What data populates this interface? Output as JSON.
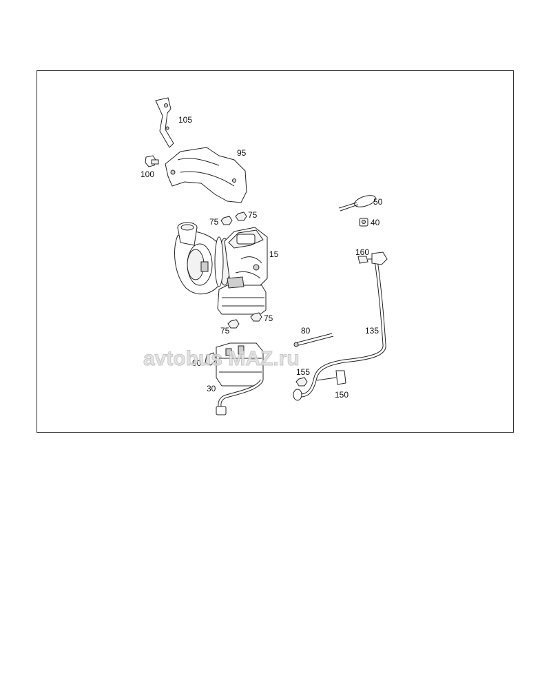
{
  "watermark": {
    "text": "avtobus MAZ.ru"
  },
  "labels": {
    "p105": "105",
    "p95": "95",
    "p100": "100",
    "p50": "50",
    "p40": "40",
    "p75a": "75",
    "p75b": "75",
    "p15": "15",
    "p160": "160",
    "p135": "135",
    "p80": "80",
    "p75c": "75",
    "p75d": "75",
    "p90": "90",
    "p155": "155",
    "p30": "30",
    "p150": "150"
  }
}
